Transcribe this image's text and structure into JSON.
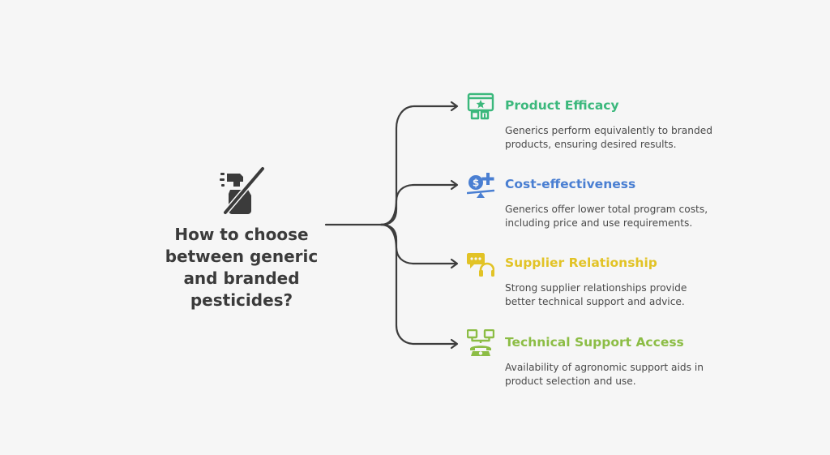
{
  "colors": {
    "line": "#3d3d3d",
    "text": "#3b3b3b",
    "body_text": "#4a4a4a",
    "background": "#f6f6f6"
  },
  "central": {
    "question": "How to choose between generic and branded pesticides?",
    "icon": "crossed-out-spray-bottle-icon"
  },
  "branches": [
    {
      "title": "Product Efficacy",
      "description": "Generics perform equivalently to branded products, ensuring desired results.",
      "color": "#3bb87c",
      "icon": "rated-product-screen-icon"
    },
    {
      "title": "Cost-effectiveness",
      "description": "Generics offer lower total program costs, including price and use requirements.",
      "color": "#4a7fd2",
      "icon": "dollar-balance-plus-icon"
    },
    {
      "title": "Supplier Relationship",
      "description": "Strong supplier relationships provide better technical support and advice.",
      "color": "#e2c326",
      "icon": "support-chat-headset-icon"
    },
    {
      "title": "Technical Support Access",
      "description": "Availability of agronomic support aids in product selection and use.",
      "color": "#8cbd45",
      "icon": "network-telephone-icon"
    }
  ]
}
